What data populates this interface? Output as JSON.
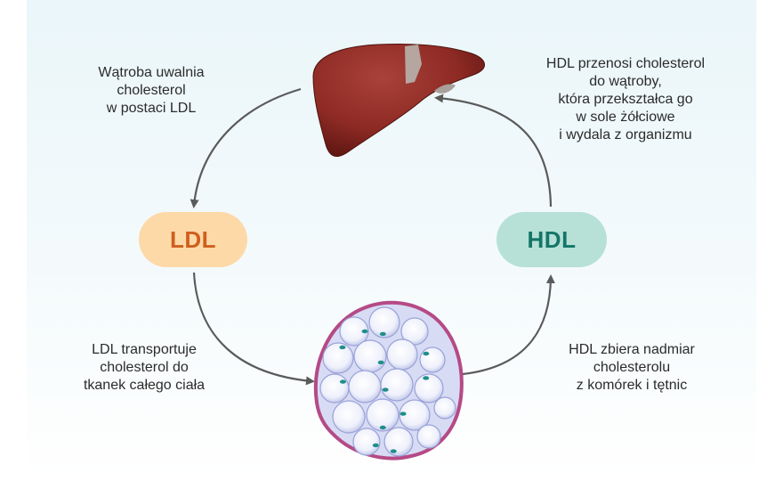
{
  "diagram": {
    "labels": {
      "liver_releases_ldl": "Wątroba uwalnia\ncholesterol\nw postaci LDL",
      "hdl_to_liver": "HDL przenosi cholesterol\ndo wątroby,\nktóra przekształca go\nw sole żółciowe\ni wydala z organizmu",
      "ldl_transport": "LDL transportuje\ncholesterol do\ntkanek całego ciała",
      "hdl_collects": "HDL zbiera nadmiar\ncholesterolu\nz komórek i tętnic"
    },
    "nodes": {
      "ldl": "LDL",
      "hdl": "HDL"
    },
    "colors": {
      "ldl_bg": "#fdd9a8",
      "ldl_text": "#cf5f1d",
      "hdl_bg": "#b7e1d6",
      "hdl_text": "#157568",
      "liver": "#8e2a24",
      "arrow": "#5a5a5a",
      "tissue_membrane": "#b54a86",
      "cell_nucleus": "#1f8f8a"
    },
    "icons": [
      "liver-icon",
      "adipose-tissue-icon",
      "cycle-arrows"
    ]
  }
}
